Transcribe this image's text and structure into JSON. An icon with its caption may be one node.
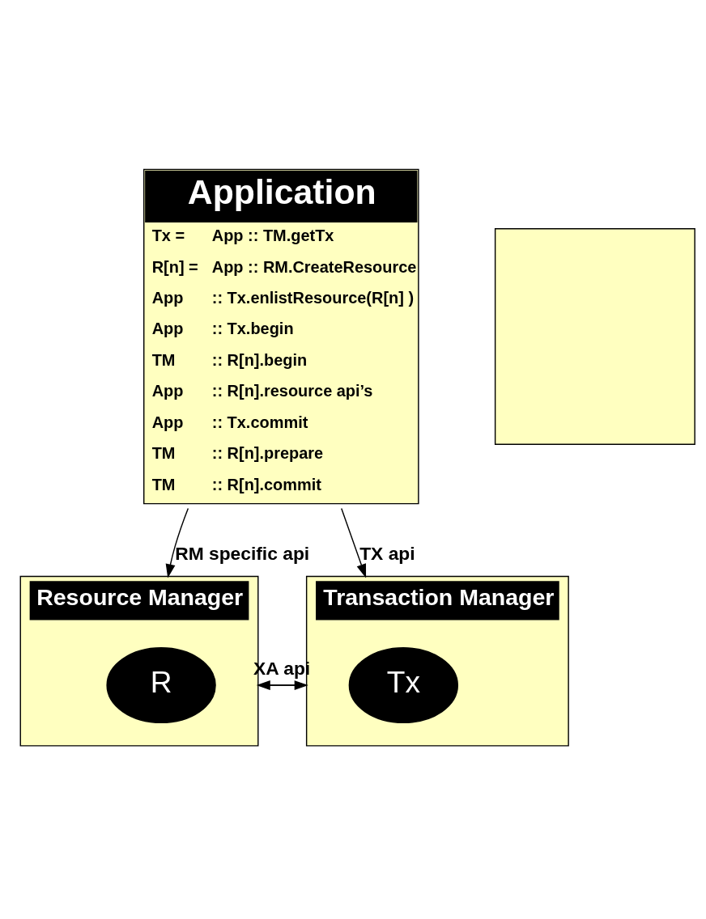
{
  "diagram": {
    "nodes": [
      {
        "text": [
          "Application",
          "Tx =",
          "App :: TM.getTx",
          "R[n] =",
          "App :: RM.CreateResource",
          "App",
          ":: Tx.enlistResource(R[n] )",
          "App",
          ":: Tx.begin",
          "TM",
          ":: R[n].begin",
          "App",
          ":: R[n].resource api’s",
          "App",
          ":: Tx.commit",
          "TM",
          ":: R[n].prepare",
          "TM",
          ":: R[n].commit"
        ]
      },
      {
        "text": [],
        "shape": "box"
      },
      {
        "text": [
          "Resource Manager"
        ]
      },
      {
        "text": [
          "R"
        ],
        "in": 2
      },
      {
        "text": [
          "Transaction Manager"
        ]
      },
      {
        "text": [
          "Tx"
        ],
        "in": 4
      }
    ],
    "edges": [
      {
        "from": 0,
        "to": 2,
        "arrow": "to",
        "label": "RM specific api"
      },
      {
        "from": 0,
        "to": 4,
        "arrow": "to",
        "label": "TX api"
      },
      {
        "from": 2,
        "to": 4,
        "arrow": "to"
      },
      {
        "from": 4,
        "to": 2,
        "arrow": "to",
        "label": "XA api"
      }
    ]
  }
}
